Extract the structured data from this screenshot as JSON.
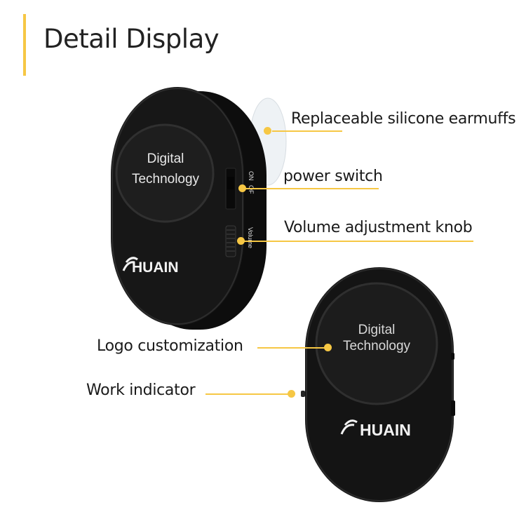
{
  "title": "Detail Display",
  "accent_color": "#f6c744",
  "device_colors": {
    "body": "#141414",
    "face": "#1c1c1c",
    "ring": "#2a2a2a"
  },
  "brand": "HUAIN",
  "face_text": {
    "line1": "Digital",
    "line2": "Technology"
  },
  "switch_marks": {
    "on": "ON",
    "off": "OF"
  },
  "knob_mark": "Volume",
  "callouts": [
    {
      "label": "Replaceable silicone earmuffs"
    },
    {
      "label": "power switch"
    },
    {
      "label": "Volume adjustment knob"
    },
    {
      "label": "Logo customization"
    },
    {
      "label": "Work indicator"
    }
  ]
}
